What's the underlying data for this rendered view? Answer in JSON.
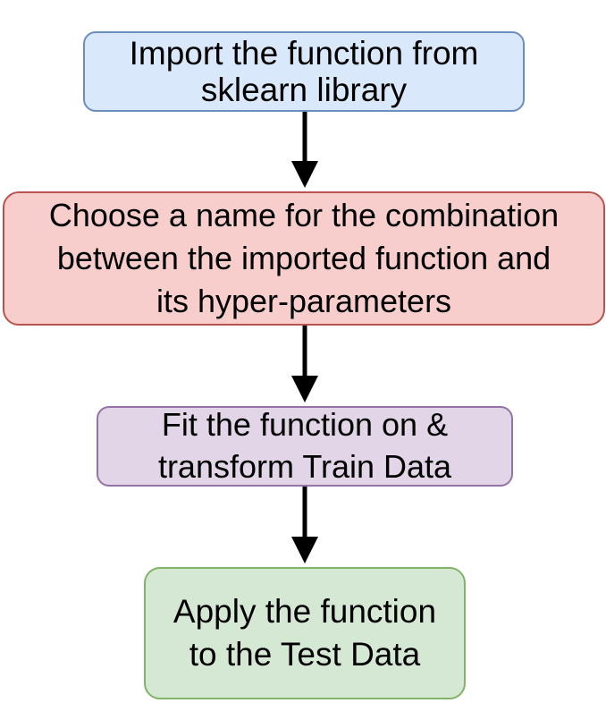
{
  "diagram": {
    "nodes": [
      {
        "id": "import",
        "lines": [
          "Import the function from",
          "sklearn library"
        ],
        "fill": "#dae8fc",
        "stroke": "#6c8ebf"
      },
      {
        "id": "name",
        "lines": [
          "Choose a name for the combination",
          "between the imported function and",
          "its hyper-parameters"
        ],
        "fill": "#f8cecc",
        "stroke": "#b85450"
      },
      {
        "id": "fit",
        "lines": [
          "Fit the function on &",
          "transform Train Data"
        ],
        "fill": "#e1d5e7",
        "stroke": "#9673a6"
      },
      {
        "id": "apply",
        "lines": [
          "Apply the function",
          "to the Test Data"
        ],
        "fill": "#d5e8d4",
        "stroke": "#82b366"
      }
    ],
    "edges": [
      {
        "from": "import",
        "to": "name"
      },
      {
        "from": "name",
        "to": "fit"
      },
      {
        "from": "fit",
        "to": "apply"
      }
    ],
    "arrow_color": "#000000"
  }
}
